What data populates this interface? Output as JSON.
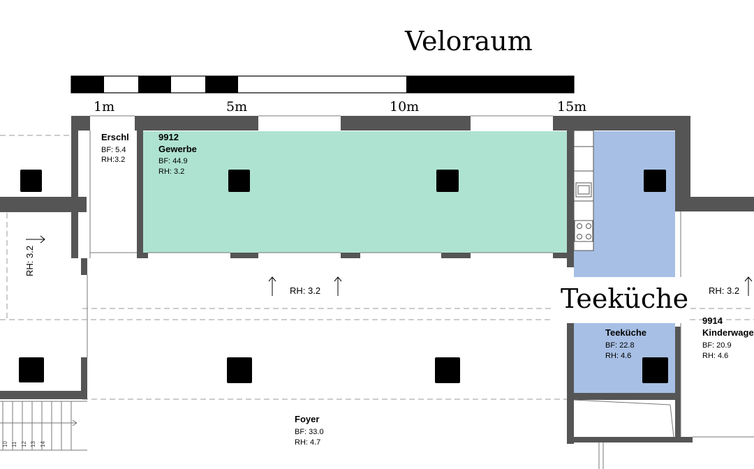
{
  "title": "Veloraum",
  "scale_bar": {
    "labels": [
      "1m",
      "5m",
      "10m",
      "15m"
    ]
  },
  "rooms": {
    "erschl": {
      "name": "Erschl",
      "bf": "BF: 5.4",
      "rh": "RH:3.2"
    },
    "gewerbe": {
      "number": "9912",
      "name": "Gewerbe",
      "bf": "BF: 44.9",
      "rh": "RH:  3.2"
    },
    "teekueche": {
      "name": "Teeküche",
      "bf": "BF: 22.8",
      "rh": "RH:  4.6"
    },
    "kinderwagen": {
      "number": "9914",
      "name": "Kinderwage",
      "bf": "BF: 20.9",
      "rh": "RH:  4.6"
    },
    "foyer": {
      "name": "Foyer",
      "bf": "BF: 33.0",
      "rh": "RH:  4.7"
    }
  },
  "height_marks": {
    "corridor": "RH: 3.2",
    "right": "RH: 3.2",
    "left_vertical": "RH: 3.2"
  },
  "callout": "Teeküche",
  "stair_numbers": [
    "10",
    "11",
    "12",
    "13",
    "14"
  ],
  "colors": {
    "gewerbe_fill": "#afe3d1",
    "teekueche_fill": "#a7bfe4",
    "wall": "#555555",
    "column": "#000000"
  }
}
